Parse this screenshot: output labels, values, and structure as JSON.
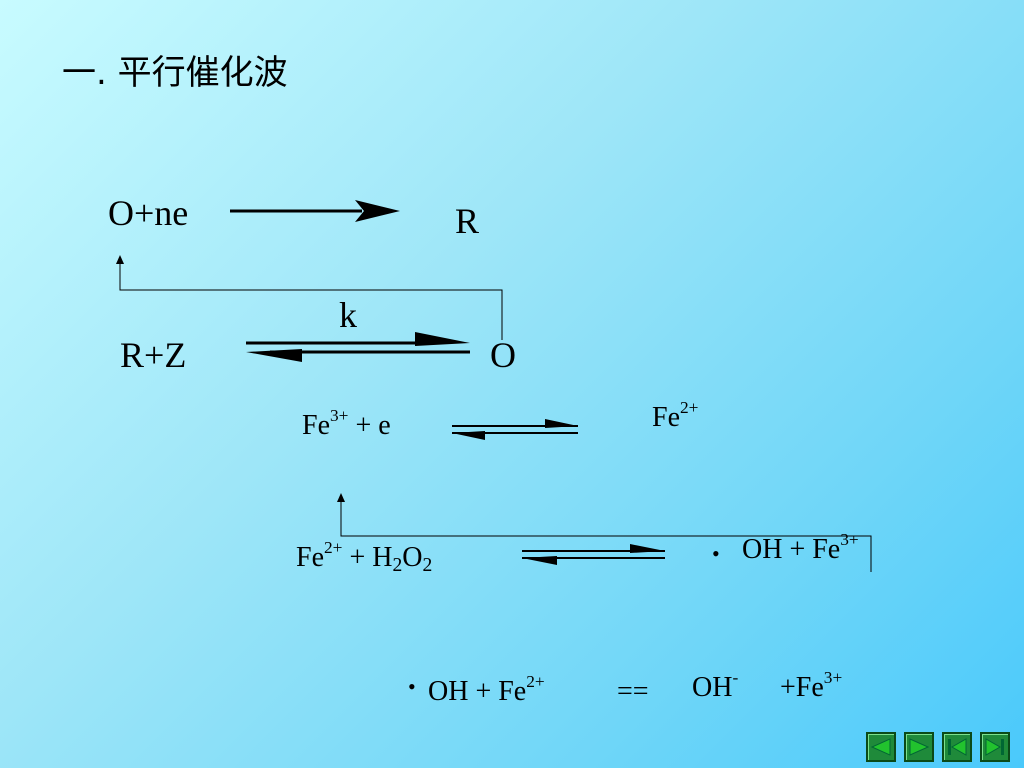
{
  "title": "一.  平行催化波",
  "scheme1": {
    "reactant": "O+ne",
    "product": "R",
    "rate_label": "k",
    "lower_left": "R+Z",
    "lower_right": "O"
  },
  "scheme2": {
    "row1_left": "Fe",
    "row1_left_charge": "3+",
    "row1_plus": " + e",
    "row1_right": "Fe",
    "row1_right_charge": "2+",
    "row2_left": "Fe",
    "row2_left_charge": "2+",
    "row2_plus": " + H",
    "row2_sub1": "2",
    "row2_o": "O",
    "row2_sub2": "2",
    "row2_dot": "•",
    "row2_right": "OH + Fe",
    "row2_right_charge": "3+"
  },
  "scheme3": {
    "dot": "•",
    "left": "OH + Fe",
    "left_charge": "2+",
    "equals": "==",
    "mid": "OH",
    "mid_charge": "-",
    "right": "+Fe",
    "right_charge": "3+"
  },
  "nav": {
    "icons": [
      "prev-icon",
      "next-icon",
      "first-icon",
      "last-icon"
    ]
  },
  "colors": {
    "nav_green": "#1f8a3a",
    "bg_top": "#c8fbff",
    "bg_bottom": "#4ac9fb"
  }
}
